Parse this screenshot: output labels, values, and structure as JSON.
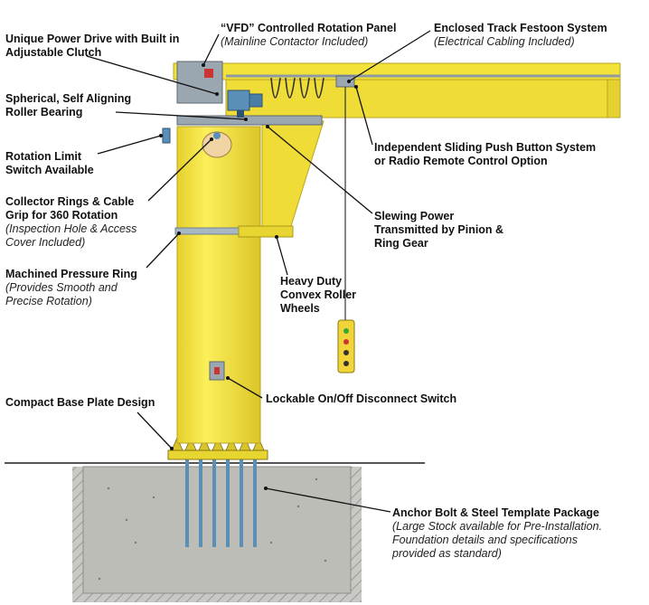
{
  "labels": {
    "power_drive": {
      "title": [
        "Unique Power Drive with Built in",
        "Adjustable Clutch"
      ],
      "sub": []
    },
    "vfd_panel": {
      "title": [
        "“VFD” Controlled Rotation Panel"
      ],
      "sub": [
        "(Mainline Contactor Included)"
      ]
    },
    "festoon": {
      "title": [
        "Enclosed Track Festoon System"
      ],
      "sub": [
        "(Electrical Cabling Included)"
      ]
    },
    "roller_bearing": {
      "title": [
        "Spherical, Self Aligning",
        "Roller Bearing"
      ],
      "sub": []
    },
    "limit_switch": {
      "title": [
        "Rotation Limit",
        "Switch Available"
      ],
      "sub": []
    },
    "push_button": {
      "title": [
        "Independent Sliding Push Button System",
        "or Radio Remote Control Option"
      ],
      "sub": []
    },
    "collector_rings": {
      "title": [
        "Collector Rings & Cable",
        "Grip for 360 Rotation"
      ],
      "sub": [
        "(Inspection Hole & Access",
        "Cover Included)"
      ]
    },
    "slewing_power": {
      "title": [
        "Slewing Power",
        "Transmitted by Pinion &",
        "Ring Gear"
      ],
      "sub": []
    },
    "pressure_ring": {
      "title": [
        "Machined Pressure Ring"
      ],
      "sub": [
        "(Provides Smooth and",
        "Precise Rotation)"
      ]
    },
    "roller_wheels": {
      "title": [
        "Heavy Duty",
        "Convex Roller",
        "Wheels"
      ],
      "sub": []
    },
    "disconnect": {
      "title": [
        "Lockable On/Off Disconnect Switch"
      ],
      "sub": []
    },
    "base_plate": {
      "title": [
        "Compact Base Plate Design"
      ],
      "sub": []
    },
    "anchor_bolt": {
      "title": [
        "Anchor Bolt & Steel Template Package"
      ],
      "sub": [
        "(Large Stock available for Pre-Installation.",
        "Foundation details and specifications",
        "provided as standard)"
      ]
    }
  },
  "colors": {
    "crane_yellow": "#f2e23a",
    "yellow_shade": "#d9c52a",
    "steel_blue": "#5a8fb8",
    "concrete": "#b9b9b4",
    "leader": "#111111"
  }
}
